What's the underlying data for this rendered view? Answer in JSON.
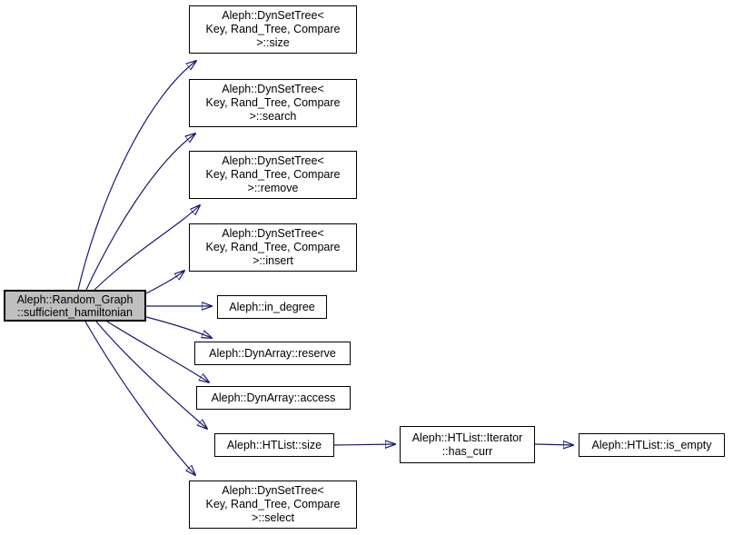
{
  "diagram": {
    "kind": "call-graph",
    "colors": {
      "edge": "#191970",
      "node_border": "#000000",
      "node_fill": "#ffffff",
      "focus_fill": "#bfbfbf",
      "text": "#000000",
      "background": "#ffffff"
    },
    "nodes": [
      {
        "id": "sufficient_hamiltonian",
        "focus": true,
        "lines": [
          "Aleph::Random_Graph",
          "::sufficient_hamiltonian"
        ]
      },
      {
        "id": "dynsettree_size",
        "focus": false,
        "lines": [
          "Aleph::DynSetTree<",
          "Key, Rand_Tree, Compare",
          ">::size"
        ]
      },
      {
        "id": "dynsettree_search",
        "focus": false,
        "lines": [
          "Aleph::DynSetTree<",
          "Key, Rand_Tree, Compare",
          ">::search"
        ]
      },
      {
        "id": "dynsettree_remove",
        "focus": false,
        "lines": [
          "Aleph::DynSetTree<",
          "Key, Rand_Tree, Compare",
          ">::remove"
        ]
      },
      {
        "id": "dynsettree_insert",
        "focus": false,
        "lines": [
          "Aleph::DynSetTree<",
          "Key, Rand_Tree, Compare",
          ">::insert"
        ]
      },
      {
        "id": "in_degree",
        "focus": false,
        "lines": [
          "Aleph::in_degree"
        ]
      },
      {
        "id": "dynarray_reserve",
        "focus": false,
        "lines": [
          "Aleph::DynArray::reserve"
        ]
      },
      {
        "id": "dynarray_access",
        "focus": false,
        "lines": [
          "Aleph::DynArray::access"
        ]
      },
      {
        "id": "htlist_size",
        "focus": false,
        "lines": [
          "Aleph::HTList::size"
        ]
      },
      {
        "id": "htlist_iterator_has_curr",
        "focus": false,
        "lines": [
          "Aleph::HTList::Iterator",
          "::has_curr"
        ]
      },
      {
        "id": "htlist_is_empty",
        "focus": false,
        "lines": [
          "Aleph::HTList::is_empty"
        ]
      },
      {
        "id": "dynsettree_select",
        "focus": false,
        "lines": [
          "Aleph::DynSetTree<",
          "Key, Rand_Tree, Compare",
          ">::select"
        ]
      }
    ],
    "edges": [
      {
        "from": "sufficient_hamiltonian",
        "to": "dynsettree_size"
      },
      {
        "from": "sufficient_hamiltonian",
        "to": "dynsettree_search"
      },
      {
        "from": "sufficient_hamiltonian",
        "to": "dynsettree_remove"
      },
      {
        "from": "sufficient_hamiltonian",
        "to": "dynsettree_insert"
      },
      {
        "from": "sufficient_hamiltonian",
        "to": "in_degree"
      },
      {
        "from": "sufficient_hamiltonian",
        "to": "dynarray_reserve"
      },
      {
        "from": "sufficient_hamiltonian",
        "to": "dynarray_access"
      },
      {
        "from": "sufficient_hamiltonian",
        "to": "htlist_size"
      },
      {
        "from": "sufficient_hamiltonian",
        "to": "dynsettree_select"
      },
      {
        "from": "htlist_size",
        "to": "htlist_iterator_has_curr"
      },
      {
        "from": "htlist_iterator_has_curr",
        "to": "htlist_is_empty"
      }
    ]
  }
}
